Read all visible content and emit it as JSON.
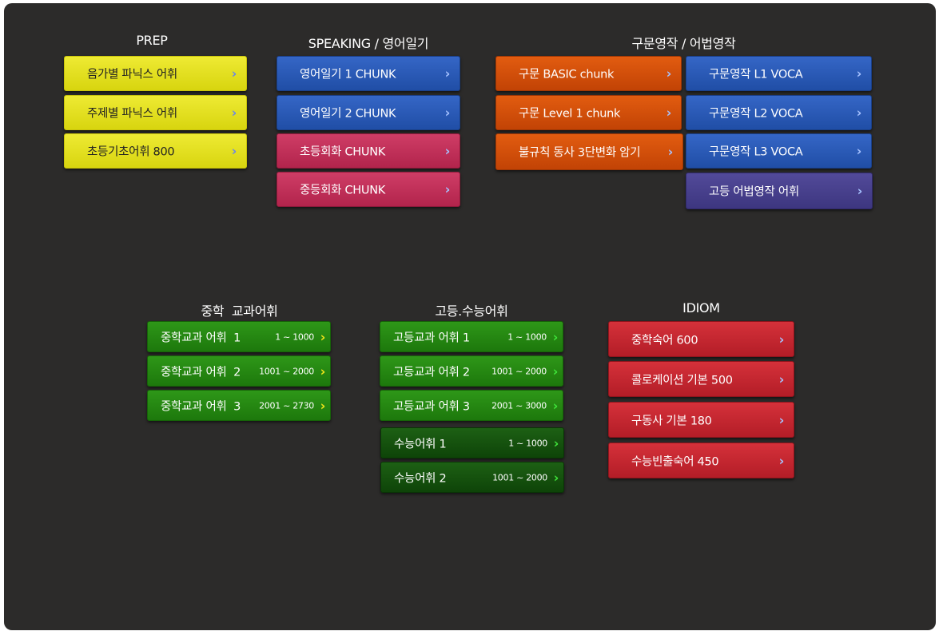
{
  "sections": {
    "prep": {
      "title": "PREP",
      "items": [
        {
          "label": "음가별 파닉스 어휘"
        },
        {
          "label": "주제별 파닉스 어휘"
        },
        {
          "label": "초등기초어휘 800"
        }
      ]
    },
    "speaking": {
      "title": "SPEAKING / 영어일기",
      "items": [
        {
          "label": "영어일기 1 CHUNK"
        },
        {
          "label": "영어일기 2 CHUNK"
        },
        {
          "label": "초등회화 CHUNK"
        },
        {
          "label": "중등회화 CHUNK"
        }
      ]
    },
    "composition": {
      "title": "구문영작 / 어법영작",
      "left_items": [
        {
          "label": "구문 BASIC chunk"
        },
        {
          "label": "구문 Level 1 chunk"
        },
        {
          "label": "불규칙 동사 3단변화 암기"
        }
      ],
      "right_items": [
        {
          "label": "구문영작 L1 VOCA"
        },
        {
          "label": "구문영작 L2 VOCA"
        },
        {
          "label": "구문영작 L3 VOCA"
        },
        {
          "label": "고등 어법영작 어휘"
        }
      ]
    },
    "middle_school": {
      "title": "중학  교과어휘",
      "items": [
        {
          "label": "중학교과 어휘  1",
          "range": "1 ~ 1000"
        },
        {
          "label": "중학교과 어휘  2",
          "range": "1001 ~ 2000"
        },
        {
          "label": "중학교과 어휘  3",
          "range": "2001 ~ 2730"
        }
      ]
    },
    "high_school": {
      "title": "고등.수능어휘",
      "items": [
        {
          "label": "고등교과 어휘 1",
          "range": "1 ~ 1000"
        },
        {
          "label": "고등교과 어휘 2",
          "range": "1001 ~ 2000"
        },
        {
          "label": "고등교과 어휘 3",
          "range": "2001 ~ 3000"
        },
        {
          "label": "수능어휘 1",
          "range": "1 ~ 1000"
        },
        {
          "label": "수능어휘 2",
          "range": "1001 ~ 2000"
        }
      ]
    },
    "idiom": {
      "title": "IDIOM",
      "items": [
        {
          "label": "중학숙어 600"
        },
        {
          "label": "콜로케이션 기본 500"
        },
        {
          "label": "구동사 기본 180"
        },
        {
          "label": "수능빈출숙어 450"
        }
      ]
    }
  },
  "icons": {
    "chevron": "chevron-right-icon",
    "chevron_glyph": "›"
  },
  "colors": {
    "background": "#2c2b2a",
    "prep": "#e3df22",
    "speaking_blue": "#2a5bb8",
    "speaking_pink": "#c2305a",
    "composition_orange": "#d6500b",
    "composition_blue": "#2a5bb8",
    "composition_purple": "#48418d",
    "vocab_green": "#268812",
    "suneung_dark_green": "#155410",
    "idiom_red": "#c52630"
  }
}
